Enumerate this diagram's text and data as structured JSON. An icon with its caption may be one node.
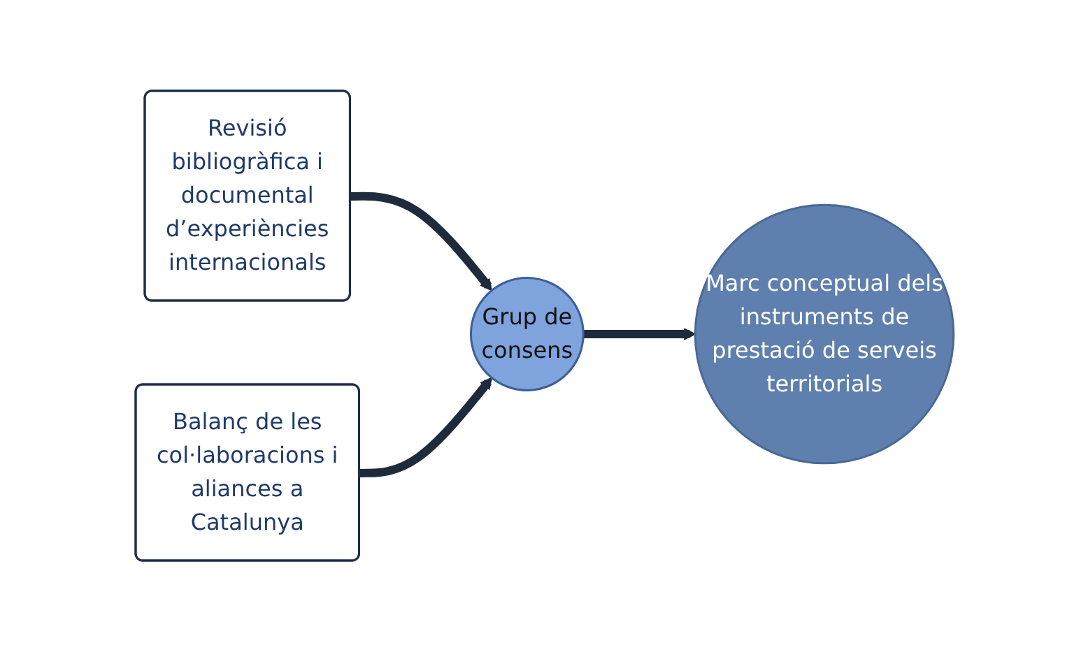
{
  "diagram": {
    "nodes": [
      {
        "text": [
          "Revisió bibliogràfica i documental d’experiències internacionals"
        ]
      },
      {
        "text": [
          "Grup de consens"
        ]
      },
      {
        "text": [
          "Marc conceptual dels instruments de prestació de serveis territorials"
        ]
      },
      {
        "text": [
          "Balanç de les col·laboracions i aliances a Catalunya"
        ]
      }
    ],
    "edges": [
      {
        "from": 0,
        "to": 1,
        "arrow": "to"
      },
      {
        "from": 3,
        "to": 1,
        "arrow": "to"
      },
      {
        "from": 1,
        "to": 2,
        "arrow": "to"
      }
    ]
  }
}
